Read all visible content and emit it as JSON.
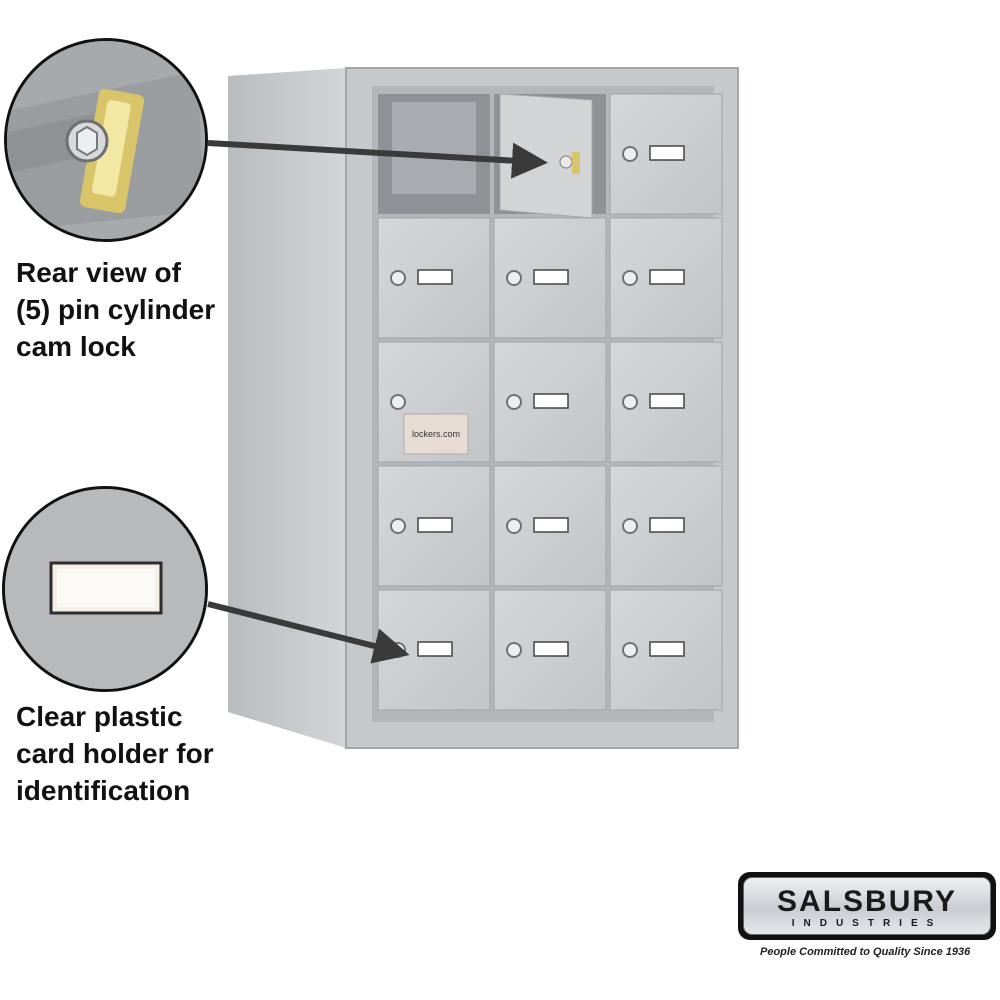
{
  "callouts": {
    "lock": {
      "icon": "cam-lock-closeup",
      "lines": [
        "Rear view of",
        "(5) pin cylinder",
        "cam lock"
      ]
    },
    "card": {
      "icon": "card-holder-closeup",
      "lines": [
        "Clear plastic",
        "card holder for",
        "identification"
      ]
    }
  },
  "locker": {
    "rows": 5,
    "columns": 3,
    "open_doors": [
      "row1-col1",
      "row1-col2"
    ],
    "label_plate": {
      "text": "lockers.com"
    }
  },
  "brand": {
    "name": "SALSBURY",
    "subname": "INDUSTRIES",
    "tagline": "People Committed to Quality Since 1936"
  },
  "colors": {
    "metal": "#c9cccf",
    "metal_dark": "#9da1a5",
    "arrow": "#3a3a3a",
    "text": "#111111"
  }
}
